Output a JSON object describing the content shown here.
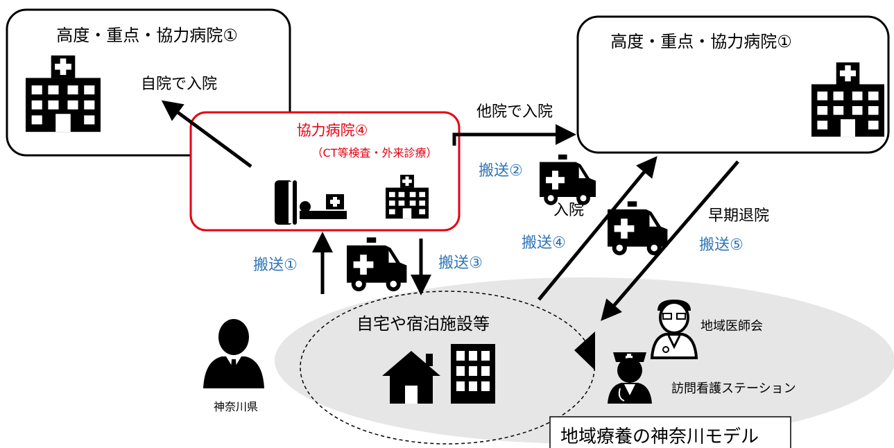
{
  "hospital_left": {
    "title": "高度・重点・協力病院①",
    "admit_self": "自院で入院"
  },
  "hospital_right": {
    "title": "高度・重点・協力病院①"
  },
  "cooperating": {
    "title": "協力病院④",
    "subtitle": "（CT等検査・外来診療）"
  },
  "labels": {
    "admit_other": "他院で入院",
    "transport1": "搬送①",
    "transport2": "搬送②",
    "transport3": "搬送③",
    "transport4": "搬送④",
    "transport5": "搬送⑤",
    "admission": "入院",
    "early_discharge": "早期退院"
  },
  "home": {
    "label": "自宅や宿泊施設等"
  },
  "prefecture": {
    "label": "神奈川県"
  },
  "community": {
    "medical_assoc": "地域医師会",
    "nursing_station": "訪問看護ステーション",
    "model_title": "地域療養の神奈川モデル"
  },
  "colors": {
    "red": "#e60012",
    "blue": "#2e75b6",
    "gray": "#e6e6e6",
    "black": "#000000"
  },
  "icons": [
    "hospital-icon",
    "ct-scanner-icon",
    "ambulance-icon",
    "house-icon",
    "building-icon",
    "person-icon",
    "doctor-icon",
    "nurse-icon"
  ]
}
